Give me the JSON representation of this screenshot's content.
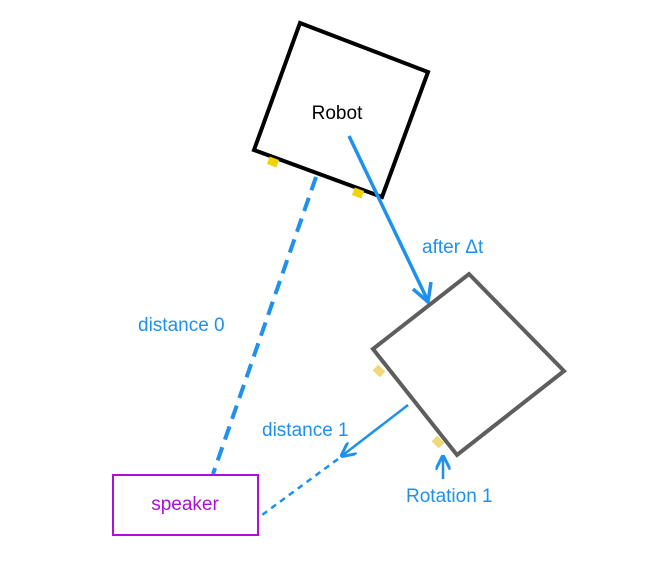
{
  "labels": {
    "robot": "Robot",
    "after": "after Δt",
    "distance0": "distance 0",
    "distance1": "distance 1",
    "speaker": "speaker",
    "rotation": "Rotation 1"
  },
  "colors": {
    "accent_blue": "#1e90ee",
    "robot_initial": "#000000",
    "robot_after": "#5e5e5e",
    "speaker": "#aa10d8",
    "sensor_initial": "#f1d300",
    "sensor_after": "#f0d878",
    "label_text": "#000000"
  }
}
